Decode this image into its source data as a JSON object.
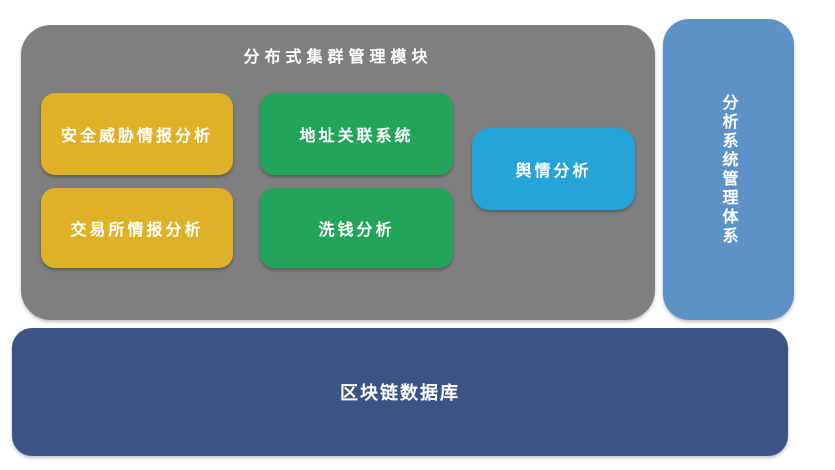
{
  "diagram": {
    "cluster": {
      "title": "分布式集群管理模块",
      "background_color": "#7F7F7F",
      "boxes": [
        {
          "label": "安全威胁情报分析",
          "color": "#DFB126"
        },
        {
          "label": "地址关联系统",
          "color": "#22A45A"
        },
        {
          "label": "交易所情报分析",
          "color": "#DFB126"
        },
        {
          "label": "洗钱分析",
          "color": "#22A45A"
        },
        {
          "label": "舆情分析",
          "color": "#24A4D9"
        }
      ]
    },
    "sidebar": {
      "label": "分析系统管理体系",
      "color": "#5D92C7"
    },
    "database": {
      "label": "区块链数据库",
      "color": "#3B5387"
    },
    "text_color": "#FFFFFF"
  }
}
